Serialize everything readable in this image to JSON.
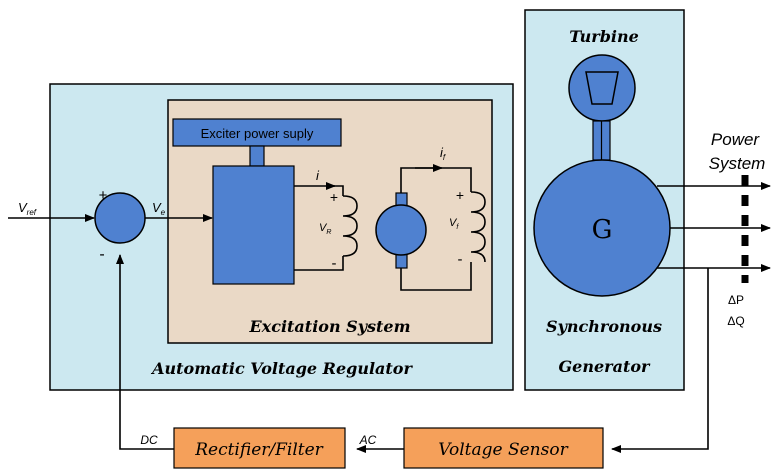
{
  "labels": {
    "turbine": "Turbine",
    "power": "Power",
    "system": "System",
    "generator_symbol": "G",
    "synchronous": "Synchronous",
    "generator": "Generator",
    "exciter_power_supply": "Exciter power suply",
    "excitation_system": "Excitation System",
    "avr": "Automatic Voltage Regulator",
    "rectifier_filter": "Rectifier/Filter",
    "voltage_sensor": "Voltage Sensor",
    "delta_p": "ΔP",
    "delta_q": "ΔQ",
    "dc": "DC",
    "ac": "AC",
    "plus_top": "+",
    "minus_bottom": "-",
    "vref_main": "V",
    "vref_sub": "ref",
    "ve_main": "V",
    "ve_sub": "e",
    "i_label": "i",
    "if_main": "i",
    "if_sub": "f",
    "vr_main": "V",
    "vr_sub": "R",
    "vf_main": "V",
    "vf_sub": "f",
    "vr_plus": "+",
    "vr_minus": "-",
    "vf_plus": "+",
    "vf_minus": "-"
  },
  "colors": {
    "panel_blue": "#cce8f0",
    "excitation_tan": "#ead9c6",
    "device_blue": "#4f81d0",
    "orange_box": "#f5a05a",
    "line": "#000000"
  }
}
